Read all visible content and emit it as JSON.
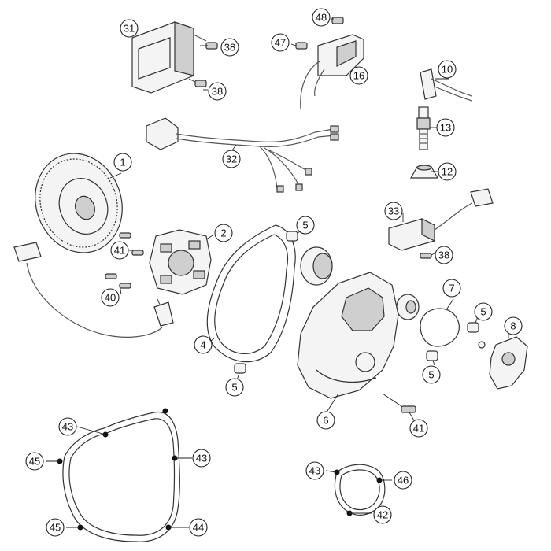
{
  "callouts": [
    {
      "id": "c1",
      "label": "1"
    },
    {
      "id": "c2",
      "label": "2"
    },
    {
      "id": "c4",
      "label": "4"
    },
    {
      "id": "c5a",
      "label": "5"
    },
    {
      "id": "c5b",
      "label": "5"
    },
    {
      "id": "c5c",
      "label": "5"
    },
    {
      "id": "c5d",
      "label": "5"
    },
    {
      "id": "c6",
      "label": "6"
    },
    {
      "id": "c7",
      "label": "7"
    },
    {
      "id": "c8",
      "label": "8"
    },
    {
      "id": "c10",
      "label": "10"
    },
    {
      "id": "c12",
      "label": "12"
    },
    {
      "id": "c13",
      "label": "13"
    },
    {
      "id": "c16",
      "label": "16"
    },
    {
      "id": "c31",
      "label": "31"
    },
    {
      "id": "c32",
      "label": "32"
    },
    {
      "id": "c33",
      "label": "33"
    },
    {
      "id": "c38a",
      "label": "38"
    },
    {
      "id": "c38b",
      "label": "38"
    },
    {
      "id": "c38c",
      "label": "38"
    },
    {
      "id": "c40",
      "label": "40"
    },
    {
      "id": "c41a",
      "label": "41"
    },
    {
      "id": "c41b",
      "label": "41"
    },
    {
      "id": "c42",
      "label": "42"
    },
    {
      "id": "c43a",
      "label": "43"
    },
    {
      "id": "c43b",
      "label": "43"
    },
    {
      "id": "c43c",
      "label": "43"
    },
    {
      "id": "c44",
      "label": "44"
    },
    {
      "id": "c45a",
      "label": "45"
    },
    {
      "id": "c45b",
      "label": "45"
    },
    {
      "id": "c46",
      "label": "46"
    },
    {
      "id": "c47",
      "label": "47"
    },
    {
      "id": "c48",
      "label": "48"
    }
  ]
}
